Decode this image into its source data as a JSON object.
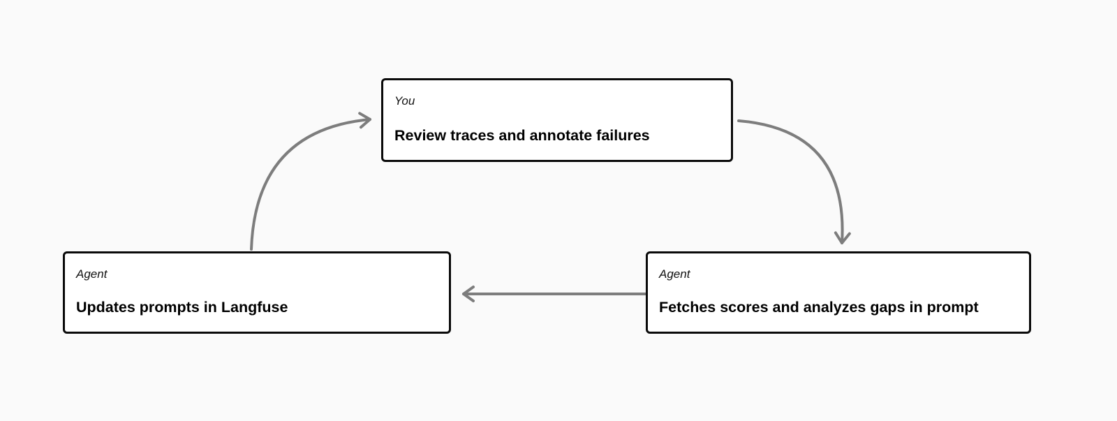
{
  "diagram": {
    "type": "cycle-flow",
    "nodes": [
      {
        "id": "review",
        "role": "You",
        "label": "Review traces and annotate failures",
        "position": "top"
      },
      {
        "id": "fetch",
        "role": "Agent",
        "label": "Fetches scores and analyzes gaps in prompt",
        "position": "bottom-right"
      },
      {
        "id": "update",
        "role": "Agent",
        "label": "Updates prompts in Langfuse",
        "position": "bottom-left"
      }
    ],
    "edges": [
      {
        "from": "review",
        "to": "fetch",
        "style": "curved",
        "direction": "down-right"
      },
      {
        "from": "fetch",
        "to": "update",
        "style": "straight",
        "direction": "left"
      },
      {
        "from": "update",
        "to": "review",
        "style": "curved",
        "direction": "up-right"
      }
    ],
    "colors": {
      "arrow": "#7d7d7d",
      "box_border": "#0a0a0a",
      "box_fill": "#ffffff",
      "page_bg": "#fafafa"
    }
  }
}
